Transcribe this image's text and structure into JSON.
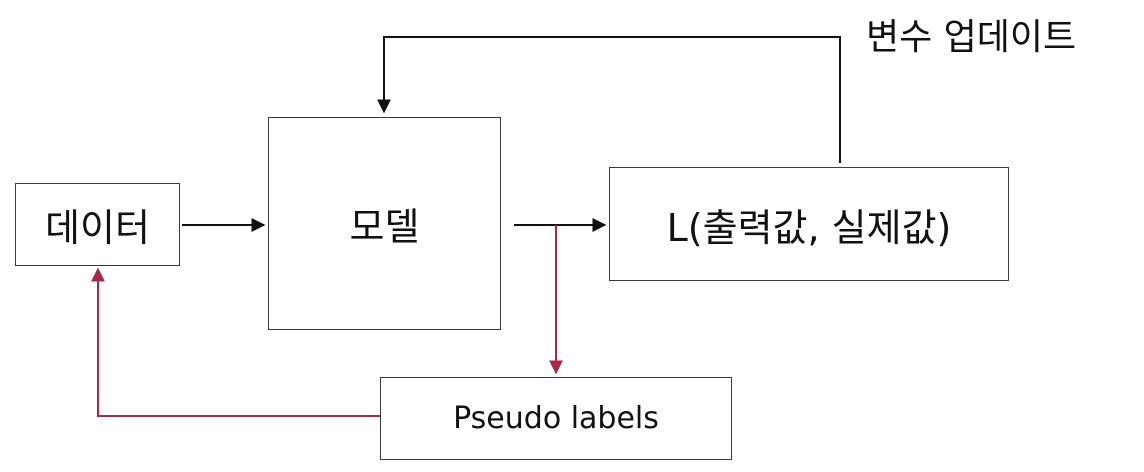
{
  "nodes": {
    "data": "데이터",
    "model": "모델",
    "loss": "L(출력값, 실제값)",
    "pseudo": "Pseudo labels"
  },
  "labels": {
    "update": "변수 업데이트"
  },
  "colors": {
    "main": "#111111",
    "pseudo_path": "#a52a4a"
  }
}
